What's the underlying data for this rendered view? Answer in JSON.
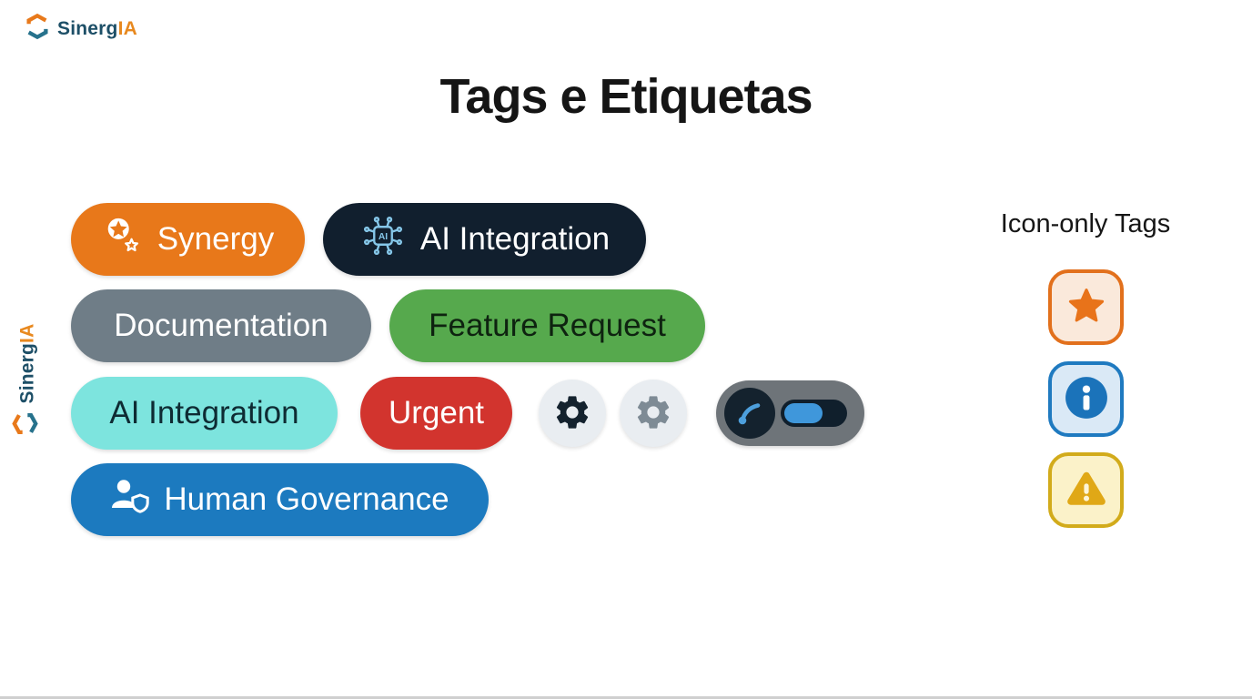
{
  "brand": {
    "text_primary": "Sinerg",
    "text_accent": "IA",
    "colors": {
      "primary_text": "#1d4f67",
      "accent_text": "#e8891f",
      "mark_orange": "#e8791b",
      "mark_teal": "#27728c"
    }
  },
  "title": "Tags e Etiquetas",
  "pills": [
    {
      "label": "Synergy",
      "icon": "award-star-icon",
      "bg": "#e8781a",
      "fg": "#ffffff"
    },
    {
      "label": "AI Integration",
      "icon": "ai-chip-icon",
      "bg": "#111f2e",
      "fg": "#ffffff"
    },
    {
      "label": "Documentation",
      "icon": null,
      "bg": "#6f7d87",
      "fg": "#ffffff"
    },
    {
      "label": "Feature Request",
      "icon": null,
      "bg": "#56a94d",
      "fg": "#0e2310"
    },
    {
      "label": "AI Integration",
      "icon": null,
      "bg": "#7de4de",
      "fg": "#0e2b33"
    },
    {
      "label": "Urgent",
      "icon": null,
      "bg": "#d2342e",
      "fg": "#ffffff"
    },
    {
      "label": "Human Governance",
      "icon": "user-shield-icon",
      "bg": "#1c7abf",
      "fg": "#ffffff"
    }
  ],
  "icon_buttons": [
    {
      "icon": "gear-icon",
      "state": "active",
      "bg": "#e9edf1",
      "fg": "#14222e"
    },
    {
      "icon": "gear-icon",
      "state": "muted",
      "bg": "#e9edf1",
      "fg": "#7e8b95"
    }
  ],
  "slider_tag": {
    "icon": "gauge-icon",
    "bg": "#6e7479",
    "track_color": "#101f2c",
    "fill_color": "#3f97db",
    "value_pct": 65
  },
  "icon_only": {
    "heading": "Icon-only Tags",
    "items": [
      {
        "icon": "star-icon",
        "border": "#e2701c",
        "bg": "#fae9db",
        "fg": "#e8731a"
      },
      {
        "icon": "info-icon",
        "border": "#1f7ac0",
        "bg": "#dae9f6",
        "fg": "#1b73ba"
      },
      {
        "icon": "warning-icon",
        "border": "#d2ab1b",
        "bg": "#fbf2c9",
        "fg": "#e0a816"
      }
    ]
  }
}
